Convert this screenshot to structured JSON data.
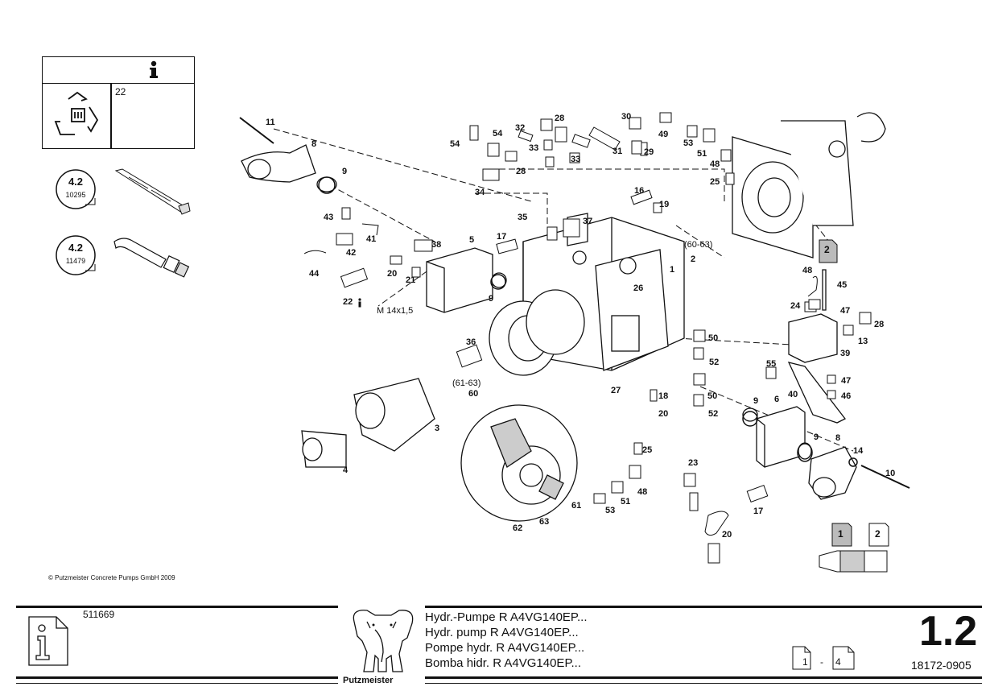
{
  "info_panel": {
    "qty": "22"
  },
  "ref_badges": [
    {
      "section": "4.2",
      "code": "10295"
    },
    {
      "section": "4.2",
      "code": "11479"
    }
  ],
  "copyright": "© Putzmeister Concrete Pumps GmbH 2009",
  "labels": {
    "l1": "1",
    "l2": "2",
    "l3": "3",
    "l4": "4",
    "l5": "5",
    "l6": "6",
    "l8a": "8",
    "l8b": "8",
    "l9a": "9",
    "l9b": "9",
    "l9c": "9",
    "l9d": "9",
    "l10": "10",
    "l11": "11",
    "l13": "13",
    "l14": "14",
    "l16": "16",
    "l17a": "17",
    "l17b": "17",
    "l18": "18",
    "l19": "19",
    "l20a": "20",
    "l20b": "20",
    "l20c": "20",
    "l21": "21",
    "l22": "22",
    "l23": "23",
    "l24": "24",
    "l25a": "25",
    "l25b": "25",
    "l26": "26",
    "l27": "27",
    "l28a": "28",
    "l28b": "28",
    "l28c": "28",
    "l29": "29",
    "l30": "30",
    "l31": "31",
    "l32": "32",
    "l33a": "33",
    "l33b": "33",
    "l34": "34",
    "l35": "35",
    "l36": "36",
    "l37": "37",
    "l38": "38",
    "l39": "39",
    "l40": "40",
    "l41": "41",
    "l42": "42",
    "l43": "43",
    "l44": "44",
    "l45": "45",
    "l46": "46",
    "l47a": "47",
    "l47b": "47",
    "l48a": "48",
    "l48b": "48",
    "l48c": "48",
    "l49": "49",
    "l50a": "50",
    "l50b": "50",
    "l51a": "51",
    "l51b": "51",
    "l52a": "52",
    "l52b": "52",
    "l53a": "53",
    "l53b": "53",
    "l54a": "54",
    "l54b": "54",
    "l55": "55",
    "l60": "60",
    "l61": "61",
    "l62": "62",
    "l63": "63",
    "l2a": "2",
    "r6063": "(60-63)",
    "r6163": "(61-63)",
    "m14": "M 14x1,5",
    "sheet1": "1",
    "sheet2": "2"
  },
  "footer": {
    "part_no": "511669",
    "titles": [
      "Hydr.-Pumpe R A4VG140EP...",
      "Hydr. pump R A4VG140EP...",
      "Pompe hydr. R A4VG140EP...",
      "Bomba hidr. R A4VG140EP..."
    ],
    "brand": "Putzmeister",
    "section": "1.2",
    "page_from": "1",
    "page_sep": "-",
    "page_to": "4",
    "doc_no": "18172-0905"
  }
}
